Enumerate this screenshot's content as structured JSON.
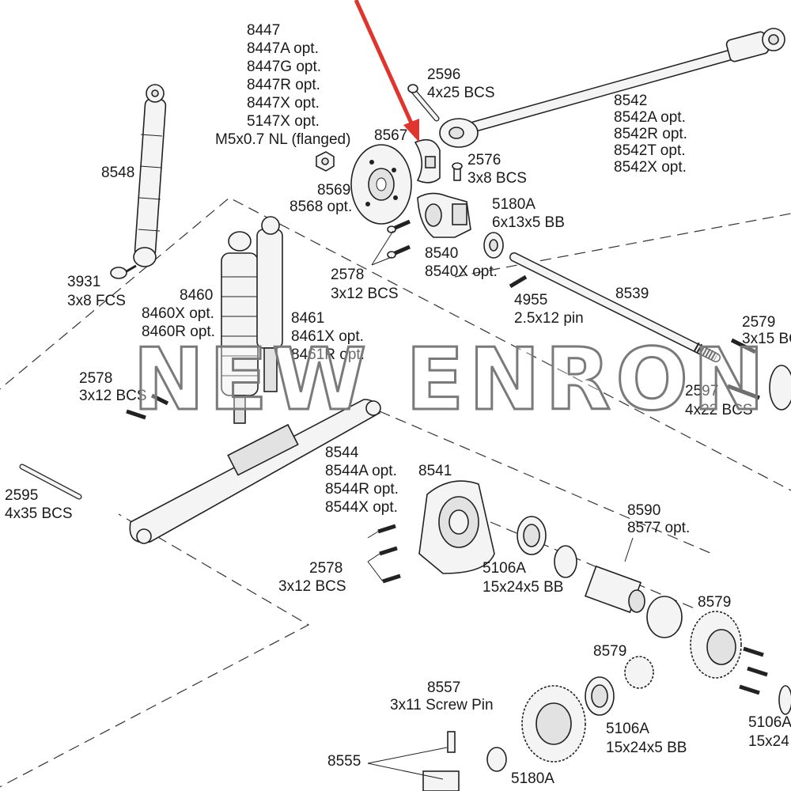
{
  "labels": {
    "p8447": "8447",
    "p8447a": "8447A opt.",
    "p8447g": "8447G opt.",
    "p8447r": "8447R opt.",
    "p8447x": "8447X opt.",
    "p5147x": "5147X opt.",
    "m5nl": "M5x0.7 NL (flanged)",
    "p2596": "2596",
    "p2596d": "4x25 BCS",
    "p8542": "8542",
    "p8542a": "8542A opt.",
    "p8542r": "8542R opt.",
    "p8542t": "8542T opt.",
    "p8542x": "8542X opt.",
    "p8548": "8548",
    "p8567": "8567",
    "p2576": "2576",
    "p2576d": "3x8 BCS",
    "p8569": "8569",
    "p8568": "8568 opt.",
    "p5180a": "5180A",
    "p5180ad": "6x13x5 BB",
    "p3931": "3931",
    "p3931d": "3x8 FCS",
    "p2578a": "2578",
    "p2578ad": "3x12 BCS",
    "p8540": "8540",
    "p8540x": "8540X opt.",
    "p4955": "4955",
    "p4955d": "2.5x12 pin",
    "p8539": "8539",
    "p8460": "8460",
    "p8460x": "8460X opt.",
    "p8460r": "8460R opt.",
    "p8461": "8461",
    "p8461x": "8461X opt.",
    "p8461r": "8461R opt.",
    "p2579": "2579",
    "p2579d": "3x15 BC",
    "p2578b": "2578",
    "p2578bd": "3x12 BCS",
    "p2597": "2597",
    "p2597d": "4x22 BCS",
    "p8544": "8544",
    "p8544a": "8544A opt.",
    "p8544r": "8544R opt.",
    "p8544x": "8544X opt.",
    "p8541": "8541",
    "p2595": "2595",
    "p2595d": "4x35 BCS",
    "p8590": "8590",
    "p8577": "8577 opt.",
    "p2578c": "2578",
    "p2578cd": "3x12 BCS",
    "p5106a": "5106A",
    "p5106ad": "15x24x5 BB",
    "p8579a": "8579",
    "p8579b": "8579",
    "p8557": "8557",
    "p8557d": "3x11 Screw Pin",
    "p5106b": "5106A",
    "p5106bd": "15x24x5 BB",
    "p5106c": "5106A",
    "p5106cd": "15x24",
    "p8555": "8555",
    "p5180b": "5180A"
  },
  "watermark": "NEW ENRON",
  "colors": {
    "arrow": "#e0342f",
    "line": "#222222"
  }
}
